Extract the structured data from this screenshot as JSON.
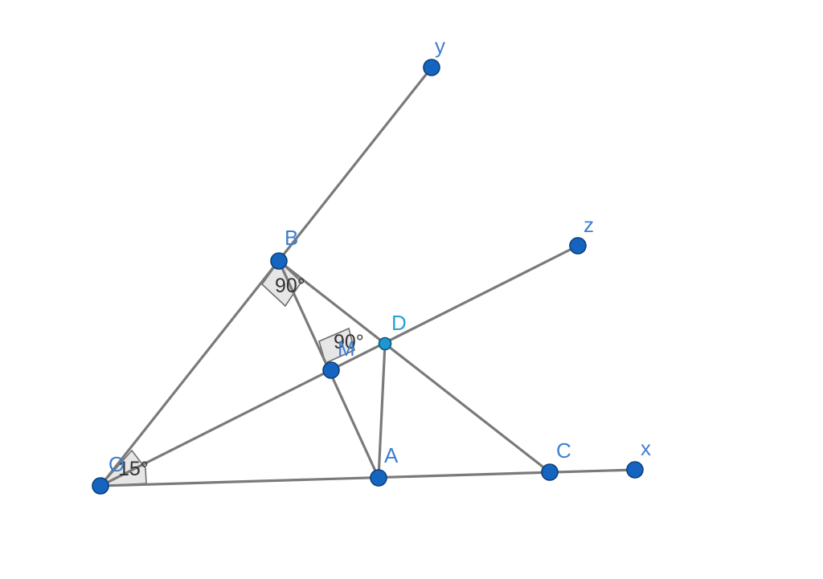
{
  "points": {
    "O": "O",
    "A": "A",
    "B": "B",
    "C": "C",
    "D": "D",
    "M": "M",
    "x": "x",
    "y": "y",
    "z": "z"
  },
  "angles": {
    "right_angle_B": "90°",
    "right_angle_M": "90°",
    "angle_O": "15°"
  },
  "colors": {
    "point_fill": "#1565c0",
    "point_D_fill": "#1e96cf",
    "label_text": "#3f7fd0",
    "segment_stroke": "#7a7a7a"
  }
}
